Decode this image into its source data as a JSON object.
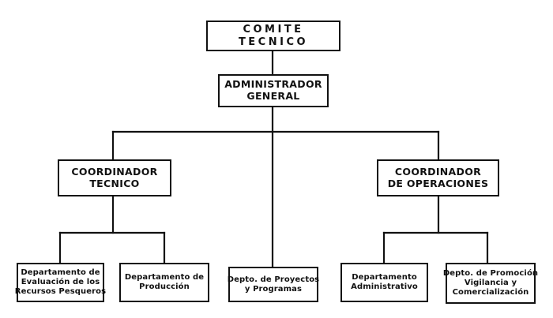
{
  "chart": {
    "top": {
      "line1": "COMITE",
      "line2": "TECNICO"
    },
    "admin": {
      "line1": "ADMINISTRADOR",
      "line2": "GENERAL"
    },
    "coord_tech": {
      "line1": "COORDINADOR",
      "line2": "TECNICO"
    },
    "coord_ops": {
      "line1": "COORDINADOR",
      "line2": "DE OPERACIONES"
    },
    "depts": [
      {
        "lines": [
          "Departamento de",
          "Evaluación de los",
          "Recursos Pesqueros"
        ]
      },
      {
        "lines": [
          "Departamento de",
          "Producción"
        ]
      },
      {
        "lines": [
          "Depto. de Proyectos",
          "y Programas"
        ]
      },
      {
        "lines": [
          "Departamento",
          "Administrativo"
        ]
      },
      {
        "lines": [
          "Depto. de Promoción",
          "Vigilancia y",
          "Comercialización"
        ]
      }
    ]
  }
}
